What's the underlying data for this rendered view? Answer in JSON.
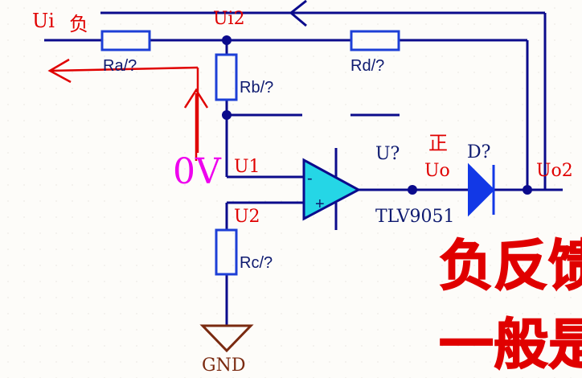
{
  "net_labels": {
    "ui": "Ui",
    "ui_sign": "负",
    "ui2": "Ui2",
    "u1": "U1",
    "u2": "U2",
    "uo": "Uo",
    "uo_sign": "正",
    "uo2": "Uo2",
    "zero_v": "0V",
    "gnd": "GND"
  },
  "components": {
    "ra": "Ra/?",
    "rb": "Rb/?",
    "rc": "Rc/?",
    "rd": "Rd/?",
    "opamp_ref": "U?",
    "opamp_part": "TLV9051",
    "opamp_minus": "-",
    "opamp_plus": "+",
    "diode": "D?"
  },
  "overlay_text": {
    "line1": "负反馈",
    "line2": "一般是"
  },
  "colors": {
    "wire": "#0b0b8c",
    "resistor": "#1d3fd6",
    "opamp_fill": "#25d6e6",
    "diode_fill": "#1238e6",
    "gnd": "#7a2a10",
    "annotation": "#e00000",
    "zero_v": "#ee00ee"
  }
}
